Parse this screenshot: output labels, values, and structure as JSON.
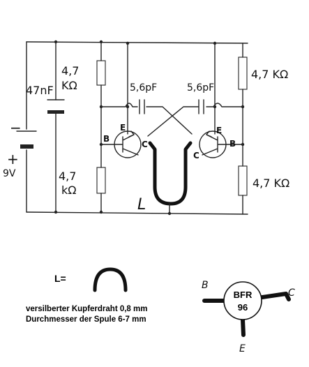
{
  "schematic": {
    "labels": {
      "r_top_left": [
        "4,7",
        "KΩ"
      ],
      "r_bottom_left": [
        "4,7",
        "kΩ"
      ],
      "r_top_right": "4,7 KΩ",
      "r_bottom_right": "4,7 KΩ",
      "cap_supply": "47nF",
      "cap_left": "5,6pF",
      "cap_right": "5,6pF",
      "battery_minus": "−",
      "battery_plus": "+",
      "battery_voltage": "9V",
      "coil": "L",
      "left_transistor": {
        "base": "B",
        "emitter": "E",
        "collector": "C"
      },
      "right_transistor": {
        "base": "B",
        "emitter": "E",
        "collector": "C"
      }
    }
  },
  "coil_legend": {
    "label": "L=",
    "line1": "versilberter Kupferdraht 0,8 mm",
    "line2": "Durchmesser der Spule 6-7 mm"
  },
  "pinout": {
    "part_line1": "BFR",
    "part_line2": "96",
    "pin_base": "B",
    "pin_collector": "C",
    "pin_emitter": "E"
  }
}
